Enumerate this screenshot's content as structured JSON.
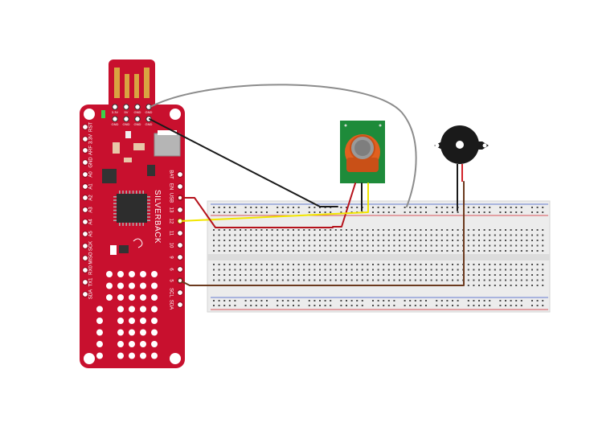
{
  "board": {
    "name": "SILVERBACK",
    "usb_pins": [
      "3.3V",
      "5V",
      "GND",
      "GND"
    ],
    "usb_pins_lower": [
      "GND",
      "GND",
      "GND",
      "GND"
    ],
    "left_pins": [
      "RST",
      "3.3V",
      "ARF",
      "GND",
      "A0",
      "A1",
      "A2",
      "A3",
      "A4",
      "A5",
      "SCK",
      "MISO",
      "RX0",
      "TX1",
      "SDA"
    ],
    "right_pins": [
      "BAT",
      "EN",
      "USB",
      "13",
      "12",
      "11",
      "10",
      "9",
      "6",
      "5",
      "SCL",
      "SDA"
    ]
  },
  "wire_colors": {
    "black": "#1a1a1a",
    "red": "#b5121b",
    "yellow": "#f2e600",
    "brown": "#6b3a1e",
    "gray": "#8c8c8c"
  },
  "colors": {
    "board_red": "#c8102e",
    "sensor_green": "#1e8b3a",
    "sensor_orange": "#e2601f",
    "breadboard": "#ececec"
  }
}
